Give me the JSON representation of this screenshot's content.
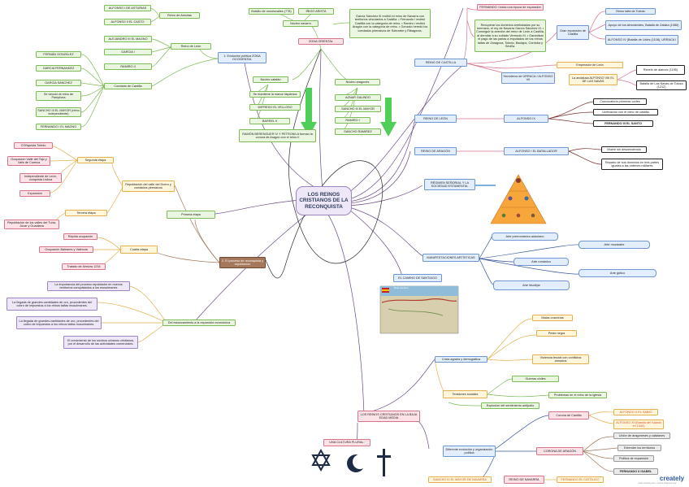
{
  "central": {
    "label": "LOS REINOS CRISTIANOS DE LA RECONQUISTA"
  },
  "occidental": {
    "title": "1. Evolución política ZONA OCCIDENTAL",
    "asturias": {
      "title": "Reino de Asturias",
      "items": [
        "ALFONSO I DE ASTURIAS",
        "ALFONSO II EL CASTO"
      ]
    },
    "leon": {
      "title": "Reino de León",
      "items": [
        "ALEJANDRO III EL MAGNO",
        "GARCIA I",
        "RAMIRO II"
      ]
    },
    "castilla": {
      "title": "Condado de Castilla",
      "items": [
        "FERNÁN GONZÁLEZ",
        "GARCIA FERNANDEZ",
        "GARCIA SANCHEZ",
        "Se vinculó al reino de Pamplona",
        "SANCHO III EL MAYOR (reino independiente)",
        "FERNANDO I EL MAGNO"
      ]
    }
  },
  "oriental": {
    "title": "ZONA ORIENTAL",
    "navarra": {
      "title": "Núcleo navarro",
      "items": [
        "Bolsillo de roncesvalles (778)",
        "IÑIGO ARISTA"
      ],
      "note": "García Sánchez III recibió el reino de Navarra con territorios vinculados a Castilla. • Fernando I recibió Castilla con la categoría de reino. • Ramiro I recibió Aragón con la categoría de reino. • Gonzalo heredó los condados pirenaicos de Sobrarbe y Ribagorza."
    },
    "catalan": {
      "title": "Núcleo catalán",
      "items": [
        "Se mantiene la marca hispánica",
        "WIFREDO EL VELLOSO",
        "BARREL II"
      ],
      "note": "RAMÓN BERENGUER IV Y PETRONILA forman la corona de Aragón con el reino II"
    },
    "aragones": {
      "title": "Núcleo aragonés",
      "items": [
        "AZNAR GALINDO",
        "SANCHO III EL MAYOR",
        "RAMIRO I",
        "SANCHO RAMIREZ"
      ]
    }
  },
  "repoblacion": {
    "title": "2. El proceso de reconquista y repoblación",
    "valle": {
      "title": "Repoblación del valle del Duero y condados pirenaicos"
    },
    "segunda": {
      "title": "Segunda etapa",
      "items": [
        "CONquista Toledo",
        "Ocupación Valle del Tajo y Valls de Cuenca",
        "Independiente de León, conquista Lisboa",
        "Expansión"
      ]
    },
    "primera": {
      "title": "Primera etapa"
    },
    "tercera": {
      "title": "Tercera etapa"
    },
    "cuarta": {
      "title": "Cuarta etapa",
      "items": [
        "Repoblación de los valles del Turia, Júcar y Guadiana",
        "Rápida ocupación",
        "Ocupación Baleares y Valencia",
        "Tratado de Almizra 1234"
      ]
    },
    "estancamiento": {
      "title": "Del estancamiento a la expansión económica",
      "items": [
        "La importancia del proceso repoblador en nuevos territorios conquistados a los musulmanes",
        "La llegada de grandes cantidades de oro, procedentes del cobro de impuestos a los reinos taifas musulmanes.",
        "La llegada de grandes cantidades de oro, procedentes del cobro de impuestos a los reinos taifas musulmanes.",
        "El crecimiento de los núcleos urbanos cristianos, por el desarrollo de las actividades comerciales."
      ]
    }
  },
  "castilla_reino": {
    "title": "REINO DE CASTILLA",
    "fernando": "FERNANDO I inicia una época de expansión",
    "note": "Recuperar los dominios arrebatados por su hermano, el rey de Navarra García Sánchez III. • Conseguir la anexión del reino de León a Castilla, al derrotar a su cuñado Vermudo III. • Garantizar el pago de las parias a Imputados de los reinos taifas de Zaragoza, Toledo, Badajoz, Córdoba y Sevilla.",
    "gran": "Gran expansión de Castilla",
    "gran_items": [
      "Reino taifa de Toledo",
      "Apoyo de los almorávides, Batalla de Zalaka (1086)",
      "ALFONSO IV (Batalla de Uclés (1108), URRACA I"
    ],
    "emperador": "Emperador de León",
    "herederos": "Herederos de URRACA I ALFONSO VII",
    "navas": "La andalusa ALFONSO VIII EL DE LAS NAVAS",
    "navas_items": [
      "Reveló de alarcos (1195)",
      "Batalla de Las Navas de Tolosa (1212)"
    ]
  },
  "leon_reino": {
    "title": "REINO DE LEÓN",
    "alfonso": "ALFONSO IX",
    "items": [
      "Convocatoria primeras cortes",
      "Unificación con el reino de castilla",
      "FERNANDO III EL SANTO"
    ]
  },
  "aragon_reino": {
    "title": "REINO DE ARAGÓN",
    "alfonso": "ALFONSO I EL BATALLADOR",
    "items": [
      "Muere sin descendencia",
      "Reparto de sus dominios en tres partes iguales a las órdenes militares"
    ]
  },
  "senorial": {
    "title": "RÉGIMEN SEÑORIAL Y LA SOCIEDAD ESTAMENTAL"
  },
  "artisticas": {
    "title": "MANIFESTACIONES ARTÍSTICAS",
    "items": [
      "Arte prerrománico asturiano",
      "Arte mozárabe",
      "Arte románico",
      "Arte gótico",
      "Arte Mudéjar"
    ]
  },
  "camino": {
    "title": "EL CAMINO DE SANTIAGO",
    "map_title": "Ruta Camino"
  },
  "baja_edad_media": {
    "title": "LOS REINOS CRISTIANOS EN LA BAJA EDAD MEDIA",
    "crisis": "Crisis agraria y demográfica",
    "crisis_items": [
      "Malas cosechas",
      "Peste negra",
      "Violencia feudal con conflictos armados"
    ],
    "tensiones": "Tensiones sociales",
    "tensiones_items": [
      "Guerras civiles",
      "Problemas en el reino de la Iglesia"
    ],
    "explosion": "Explosión del sentimiento antijudío",
    "evolucion": "Diferente evolución y organización política",
    "corona_castilla": "Corona de Castilla",
    "castilla_items": [
      "ALFONSO X EL SABIO",
      "ALFONSO XI (Batalla del Salado en 1340)"
    ],
    "corona_aragon": "CORONA DE ARAGÓN",
    "aragon_items": [
      "Unión de aragoneses y catalanes",
      "Extender los territorios",
      "Política de expansión",
      "FERNANDO II ISABEL"
    ],
    "navarra_items": [
      "SANCHO III EL MAYOR DE NAVARRA",
      "REINO DE NAVARRA",
      "FERNANDO EL CATÓLICO"
    ]
  },
  "cultura": {
    "title": "UNA CULTURA PLURAL:"
  },
  "brand": {
    "name": "creately",
    "tagline": "www.creately.com • Online Diagramming"
  }
}
